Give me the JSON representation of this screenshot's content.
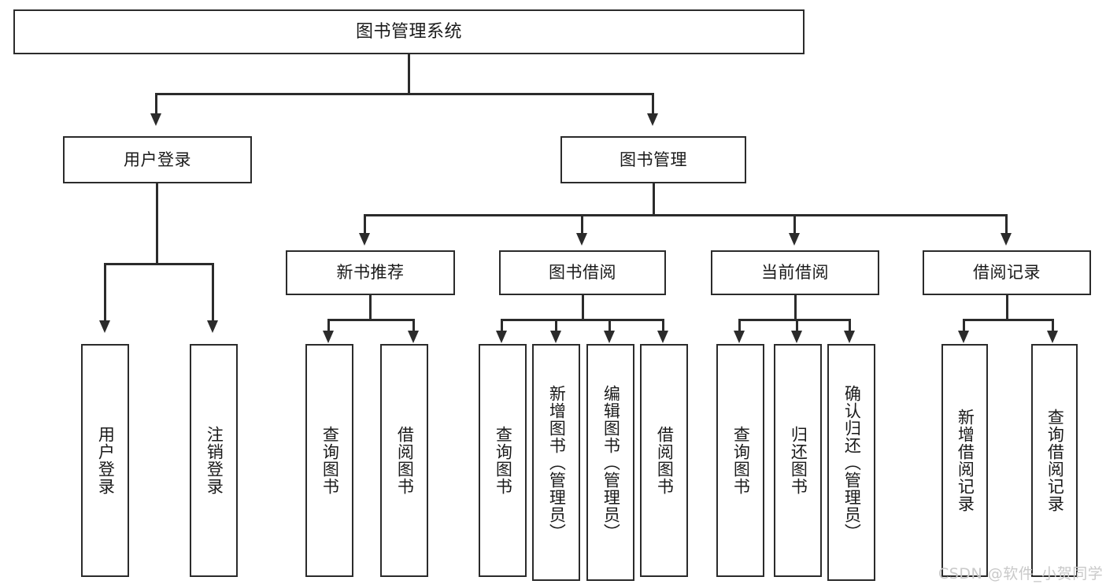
{
  "diagram": {
    "type": "tree",
    "title": "图书管理系统",
    "watermark": "CSDN @软件_小贺同学",
    "colors": {
      "stroke": "#2b2b2b",
      "fill": "#ffffff",
      "text": "#1a1a1a",
      "watermark": "#c9c9c9"
    },
    "nodes": {
      "root": {
        "label": "图书管理系统"
      },
      "level2": [
        {
          "label": "用户登录"
        },
        {
          "label": "图书管理"
        }
      ],
      "level3": [
        {
          "label": "新书推荐"
        },
        {
          "label": "图书借阅"
        },
        {
          "label": "当前借阅"
        },
        {
          "label": "借阅记录"
        }
      ],
      "level4": [
        {
          "label": "用户登录",
          "parent": "用户登录"
        },
        {
          "label": "注销登录",
          "parent": "用户登录"
        },
        {
          "label": "查询图书",
          "parent": "新书推荐"
        },
        {
          "label": "借阅图书",
          "parent": "新书推荐"
        },
        {
          "label": "查询图书",
          "parent": "图书借阅"
        },
        {
          "label": "新增图书（管理员）",
          "parent": "图书借阅"
        },
        {
          "label": "编辑图书（管理员）",
          "parent": "图书借阅"
        },
        {
          "label": "借阅图书",
          "parent": "图书借阅"
        },
        {
          "label": "查询图书",
          "parent": "当前借阅"
        },
        {
          "label": "归还图书",
          "parent": "当前借阅"
        },
        {
          "label": "确认归还（管理员）",
          "parent": "当前借阅"
        },
        {
          "label": "新增借阅记录",
          "parent": "借阅记录"
        },
        {
          "label": "查询借阅记录",
          "parent": "借阅记录"
        }
      ]
    }
  }
}
